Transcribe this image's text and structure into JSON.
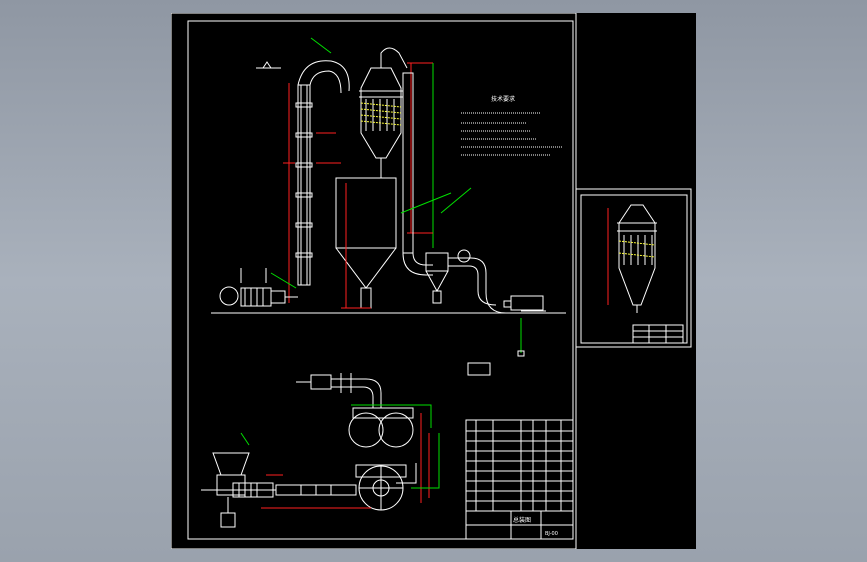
{
  "drawing": {
    "notes_title": "技术要求",
    "title_block_name": "总装图",
    "drawing_no": "BJ-00"
  },
  "colors": {
    "background": "#000000",
    "frame": "#ffffff",
    "pipe": "#ffffff",
    "dimension": "#ff2020",
    "leader": "#00e000",
    "hatch": "#ffff40"
  }
}
